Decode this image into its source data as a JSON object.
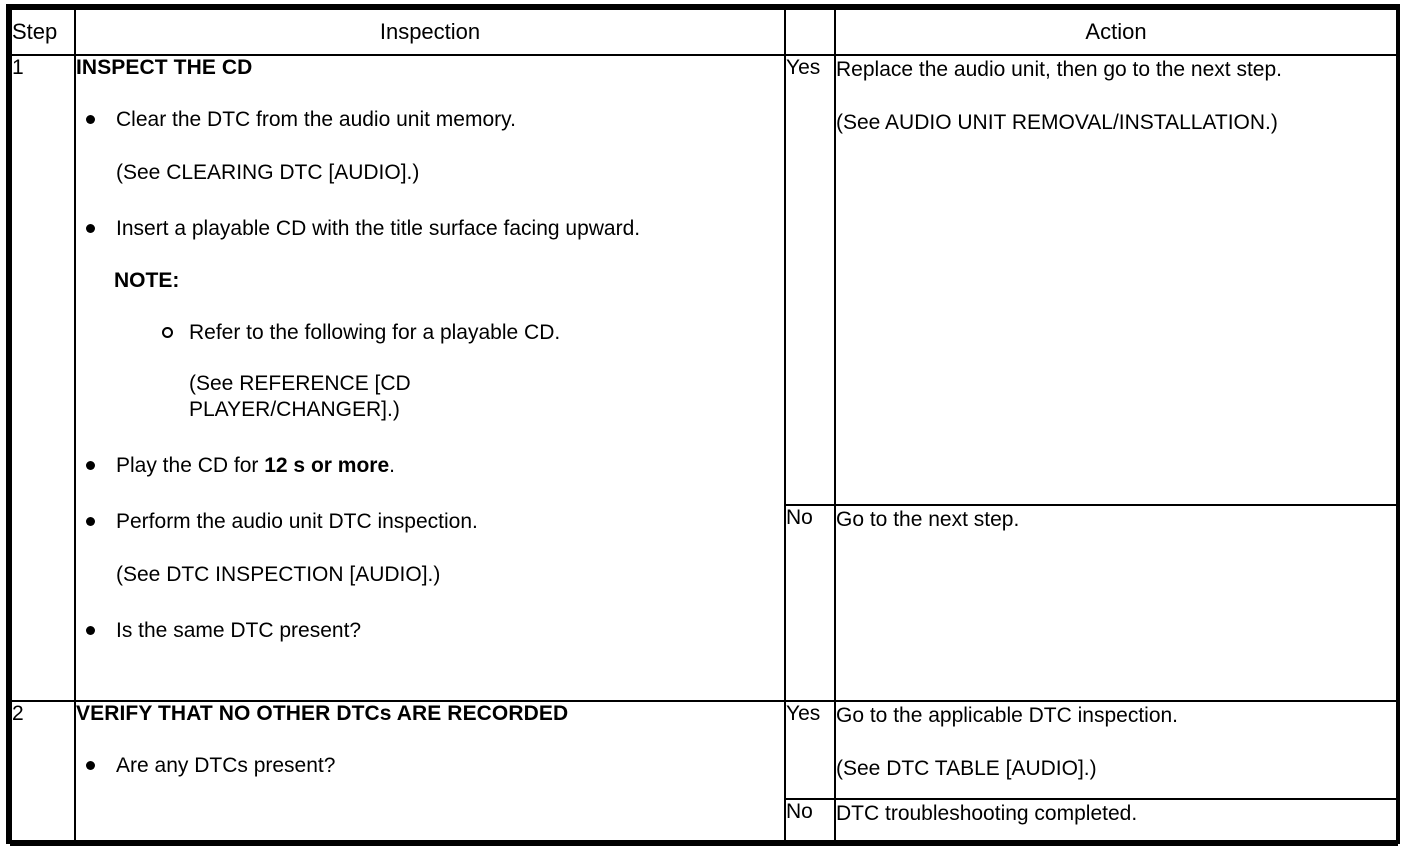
{
  "table": {
    "headers": {
      "step": "Step",
      "inspection": "Inspection",
      "action": "Action"
    },
    "rows": [
      {
        "step": "1",
        "title": "INSPECT THE CD",
        "bullets": [
          {
            "type": "bullet",
            "text": "Clear the DTC from the audio unit memory."
          },
          {
            "type": "ref",
            "text": "(See CLEARING DTC [AUDIO].)"
          },
          {
            "type": "bullet",
            "text": "Insert a playable CD with the title surface facing upward."
          },
          {
            "type": "note-label",
            "text": "NOTE:"
          },
          {
            "type": "note-bullet",
            "text": "Refer to the following for a playable CD."
          },
          {
            "type": "note-ref",
            "text": "(See REFERENCE [CD PLAYER/CHANGER].)"
          },
          {
            "type": "bullet-bold",
            "pre": "Play the CD for ",
            "bold": "12 s or more",
            "post": "."
          },
          {
            "type": "bullet",
            "text": "Perform the audio unit DTC inspection."
          },
          {
            "type": "ref",
            "text": "(See DTC INSPECTION [AUDIO].)"
          },
          {
            "type": "bullet",
            "text": "Is the same DTC present?"
          }
        ],
        "results": [
          {
            "label": "Yes",
            "line1": "Replace the audio unit, then go to the next step.",
            "line2": "(See AUDIO UNIT REMOVAL/INSTALLATION.)"
          },
          {
            "label": "No",
            "line1": "Go to the next step.",
            "line2": ""
          }
        ]
      },
      {
        "step": "2",
        "title": "VERIFY THAT NO OTHER DTCs ARE RECORDED",
        "bullets": [
          {
            "type": "bullet",
            "text": "Are any DTCs present?"
          }
        ],
        "results": [
          {
            "label": "Yes",
            "line1": "Go to the applicable DTC inspection.",
            "line2": "(See DTC TABLE [AUDIO].)"
          },
          {
            "label": "No",
            "line1": "DTC troubleshooting completed.",
            "line2": ""
          }
        ]
      }
    ]
  }
}
